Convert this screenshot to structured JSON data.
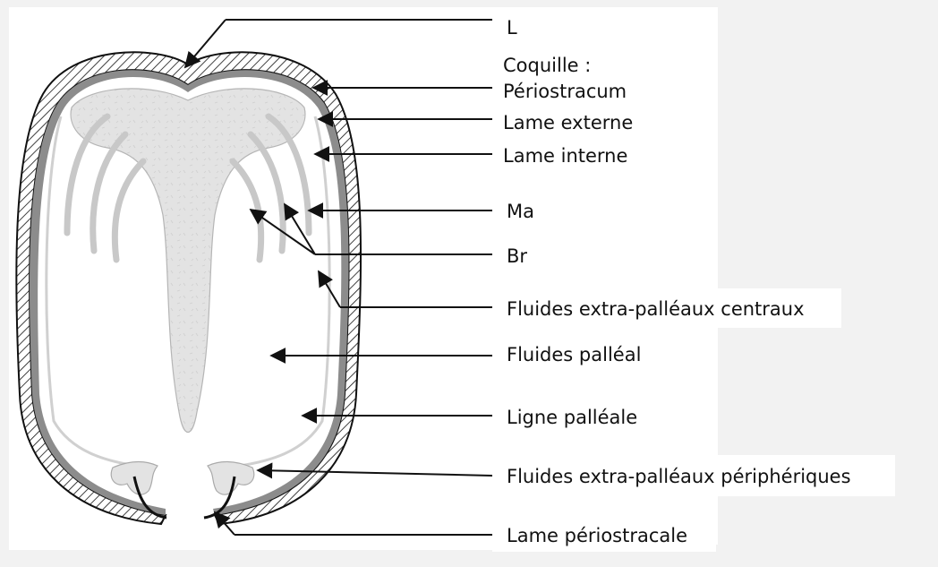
{
  "labels": {
    "L": "L",
    "coquille": "Coquille :",
    "periostracum": "Périostracum",
    "lame_externe": "Lame externe",
    "lame_interne": "Lame interne",
    "ma": "Ma",
    "br": "Br",
    "fluides_centraux": "Fluides extra-palléaux centraux",
    "fluides_palleal": "Fluides palléal",
    "ligne_palleale": "Ligne palléale",
    "fluides_peripheriques": "Fluides extra-palléaux périphériques",
    "lame_periostracale": "Lame périostracale"
  },
  "colors": {
    "background": "#f2f2f2",
    "panel": "#ffffff",
    "shell_outline": "#111111",
    "hatch": "#111111",
    "inner_lamina": "#8c8c8c",
    "tissue": "#e3e3e3",
    "tissue_outline": "#b5b5b5"
  }
}
